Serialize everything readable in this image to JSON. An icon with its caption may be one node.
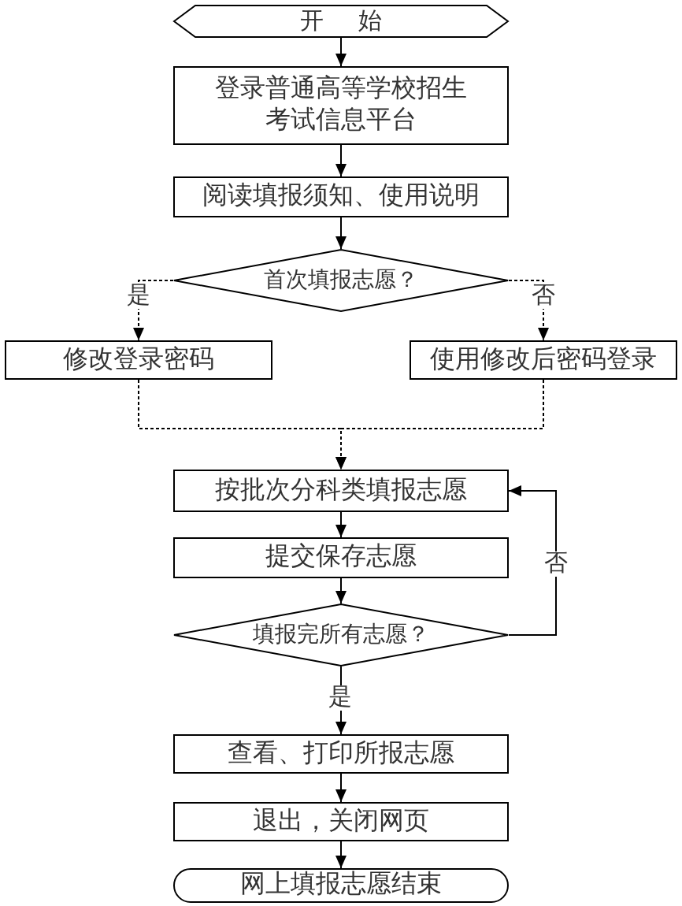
{
  "diagram": {
    "nodes": [
      {
        "text": [
          "开 始"
        ]
      },
      {
        "text": [
          "登录普通高等学校招生考试信息平台"
        ]
      },
      {
        "text": [
          "阅读填报须知、使用说明"
        ]
      },
      {
        "text": [
          "首次填报志愿？"
        ]
      },
      {
        "text": [
          "修改登录密码"
        ]
      },
      {
        "text": [
          "使用修改后密码登录"
        ]
      },
      {
        "text": [
          "按批次分科类填报志愿"
        ]
      },
      {
        "text": [
          "提交保存志愿"
        ]
      },
      {
        "text": [
          "填报完所有志愿？"
        ]
      },
      {
        "text": [
          "查看、打印所报志愿"
        ]
      },
      {
        "text": [
          "退出，关闭网页"
        ]
      },
      {
        "text": [
          "网上填报志愿结束"
        ]
      }
    ],
    "edges": [
      {
        "from": 0,
        "to": 1,
        "arrow": "to"
      },
      {
        "from": 1,
        "to": 2,
        "arrow": "to"
      },
      {
        "from": 2,
        "to": 3,
        "arrow": "to"
      },
      {
        "from": 3,
        "to": 4,
        "arrow": "to",
        "label": "是",
        "style": "dashed"
      },
      {
        "from": 3,
        "to": 5,
        "arrow": "to",
        "label": "否",
        "style": "dashed"
      },
      {
        "from": 4,
        "to": 6,
        "arrow": "to",
        "style": "dashed"
      },
      {
        "from": 5,
        "to": 6,
        "arrow": "to",
        "style": "dashed"
      },
      {
        "from": 6,
        "to": 7,
        "arrow": "to"
      },
      {
        "from": 7,
        "to": 8,
        "arrow": "to"
      },
      {
        "from": 8,
        "to": 6,
        "arrow": "to",
        "label": "否"
      },
      {
        "from": 8,
        "to": 9,
        "arrow": "to",
        "label": "是"
      },
      {
        "from": 9,
        "to": 10,
        "arrow": "to"
      },
      {
        "from": 10,
        "to": 11,
        "arrow": "to"
      }
    ]
  }
}
